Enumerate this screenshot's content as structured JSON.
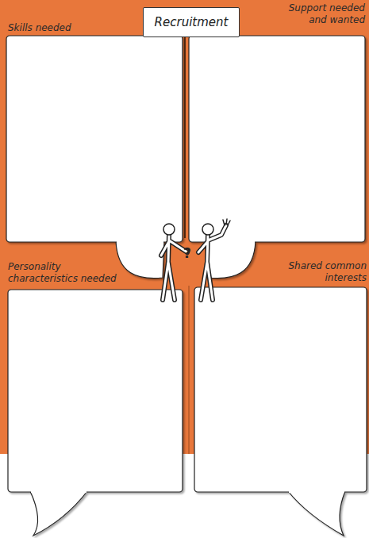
{
  "diagram": {
    "title": "Recruitment",
    "nodes": [
      {
        "text": [
          "Skills needed"
        ]
      },
      {
        "text": [
          "Support needed and wanted"
        ]
      },
      {
        "text": [
          "Personality characteristics needed"
        ]
      },
      {
        "text": [
          "Shared common interests"
        ]
      }
    ],
    "labels": [
      "?"
    ]
  }
}
